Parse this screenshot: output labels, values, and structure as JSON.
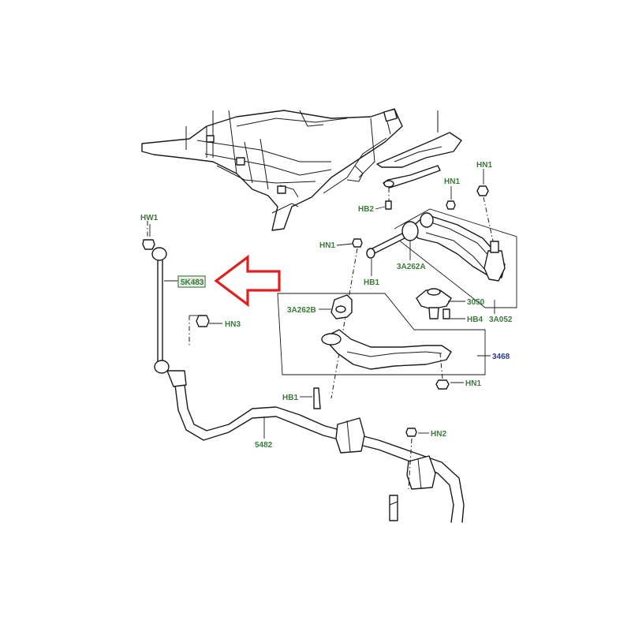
{
  "diagram": {
    "colors": {
      "label": "#3c7a3c",
      "label_alt": "#2a3f8c",
      "highlight_fill": "#3c7a3c",
      "arrow": "#e02020",
      "line": "#1a1a1a"
    },
    "labels": {
      "hw1": "HW1",
      "k483": "5K483",
      "hn3": "HN3",
      "hn1_top": "HN1",
      "hn1_upper": "HN1",
      "hb2": "HB2",
      "hn1_mid": "HN1",
      "hb1_mid": "HB1",
      "a262a": "3A262A",
      "a262b": "3A262B",
      "p3050": "3050",
      "hb4": "HB4",
      "a052": "3A052",
      "p3468": "3468",
      "hn1_low": "HN1",
      "hb1_low": "HB1",
      "hn2": "HN2",
      "p5482": "5482"
    }
  }
}
